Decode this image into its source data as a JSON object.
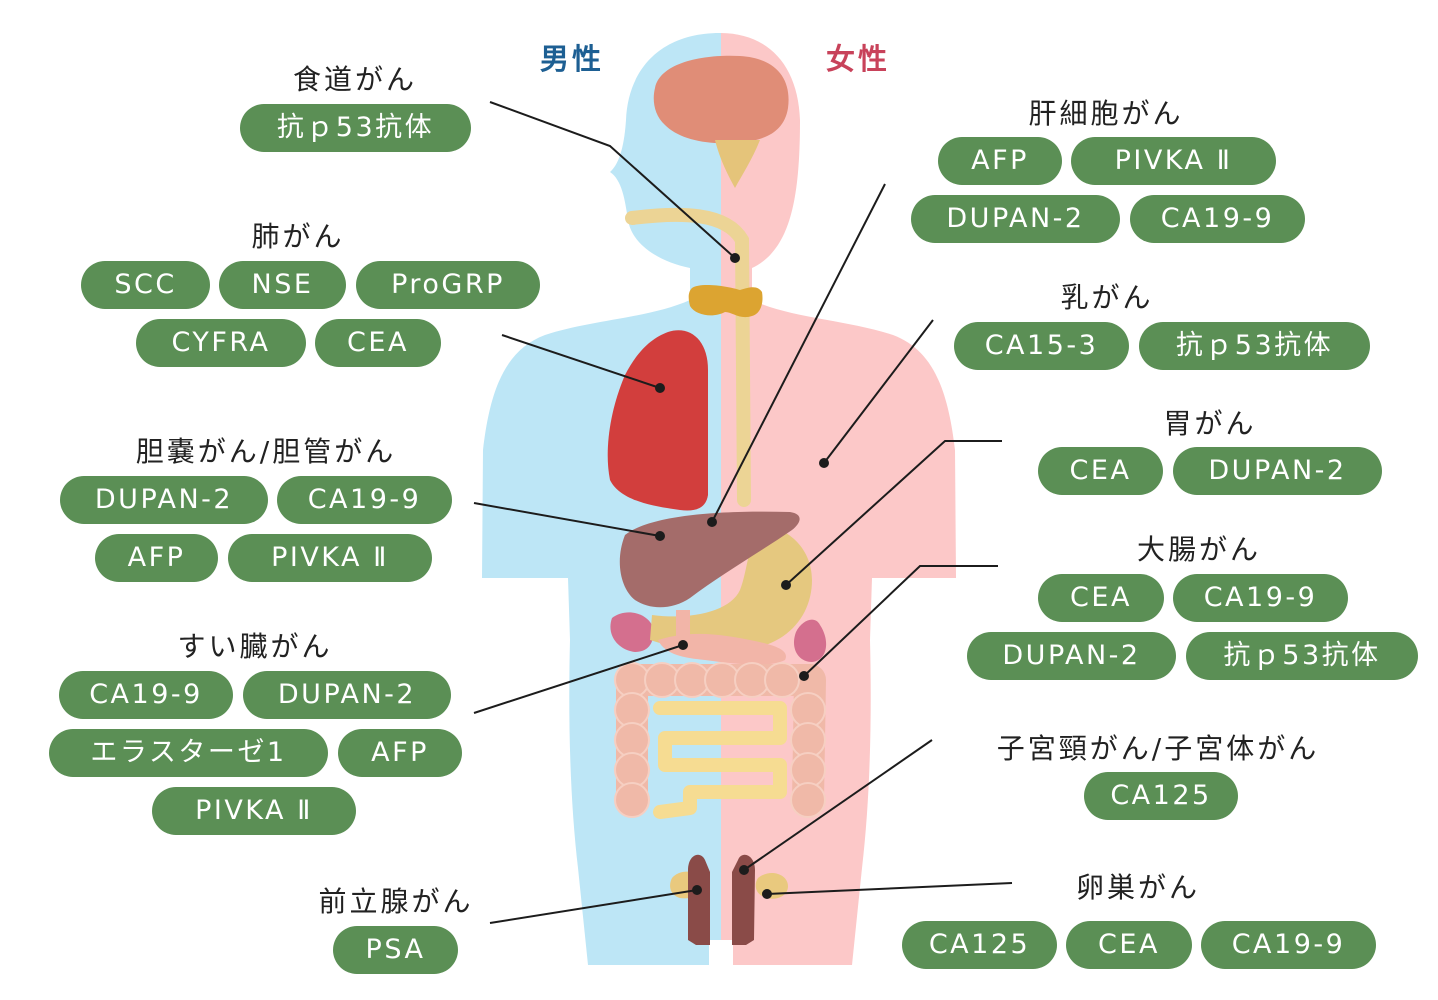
{
  "legend": {
    "male": "男性",
    "female": "女性",
    "male_color": "#1d5f93",
    "female_color": "#c8425a"
  },
  "colors": {
    "male_body": "#bde6f6",
    "female_body": "#fcc8c8",
    "pill": "#5b8f55",
    "pill_text": "#ffffff"
  },
  "groups": {
    "esophagus": {
      "title": "食道がん",
      "markers": [
        "抗ｐ53抗体"
      ]
    },
    "lung": {
      "title": "肺がん",
      "markers": [
        "SCC",
        "NSE",
        "ProGRP",
        "CYFRA",
        "CEA"
      ]
    },
    "biliary": {
      "title": "胆嚢がん/胆管がん",
      "markers": [
        "DUPAN-2",
        "CA19-9",
        "AFP",
        "PIVKA Ⅱ"
      ]
    },
    "pancreas": {
      "title": "すい臓がん",
      "markers": [
        "CA19-9",
        "DUPAN-2",
        "エラスターゼ1",
        "AFP",
        "PIVKA Ⅱ"
      ]
    },
    "prostate": {
      "title": "前立腺がん",
      "markers": [
        "PSA"
      ]
    },
    "liver": {
      "title": "肝細胞がん",
      "markers": [
        "AFP",
        "PIVKA Ⅱ",
        "DUPAN-2",
        "CA19-9"
      ]
    },
    "breast": {
      "title": "乳がん",
      "markers": [
        "CA15-3",
        "抗ｐ53抗体"
      ]
    },
    "stomach": {
      "title": "胃がん",
      "markers": [
        "CEA",
        "DUPAN-2"
      ]
    },
    "colon": {
      "title": "大腸がん",
      "markers": [
        "CEA",
        "CA19-9",
        "DUPAN-2",
        "抗ｐ53抗体"
      ]
    },
    "uterus": {
      "title": "子宮頸がん/子宮体がん",
      "markers": [
        "CA125"
      ]
    },
    "ovary": {
      "title": "卵巣がん",
      "markers": [
        "CA125",
        "CEA",
        "CA19-9"
      ]
    }
  }
}
